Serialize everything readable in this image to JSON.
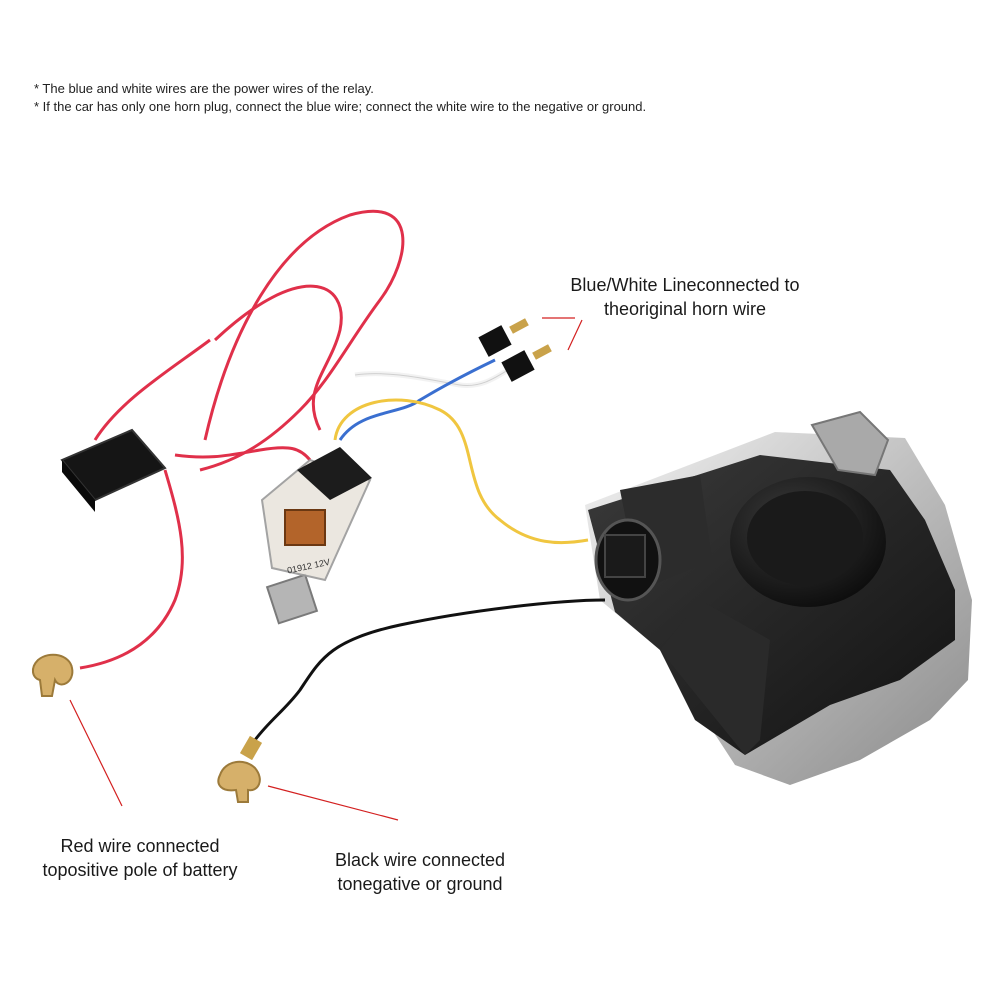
{
  "notes": [
    "* The blue and white wires are the power wires of the relay.",
    "* If the car has only one horn plug, connect the blue wire; connect the white wire to the negative or ground."
  ],
  "callouts": {
    "blue_white": [
      "Blue/White Lineconnected to",
      "theoriginal horn wire"
    ],
    "red": [
      "Red wire connected",
      "topositive pole of battery"
    ],
    "black": [
      "Black wire connected",
      "tonegative or ground"
    ]
  },
  "relay_marking": "01912 12V",
  "colors": {
    "red_wire": "#e0304a",
    "yellow_wire": "#f0c640",
    "blue_wire": "#3a6fd0",
    "white_wire": "#f2f2f2",
    "black_wire": "#111111",
    "leader_line": "#d32020",
    "horn_body": "#1e1e1e",
    "chrome": "#c8c8c8"
  }
}
